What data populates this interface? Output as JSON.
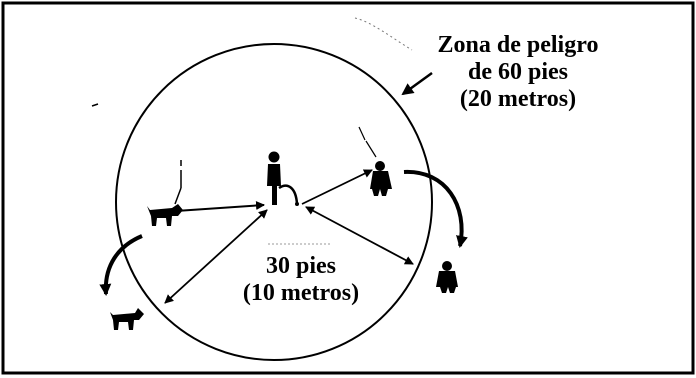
{
  "zone_label": {
    "line1": "Zona de peligro",
    "line2": "de 60 pies",
    "line3": "(20 metros)"
  },
  "distance_label": {
    "line1": "30 pies",
    "line2": "(10 metros)"
  }
}
